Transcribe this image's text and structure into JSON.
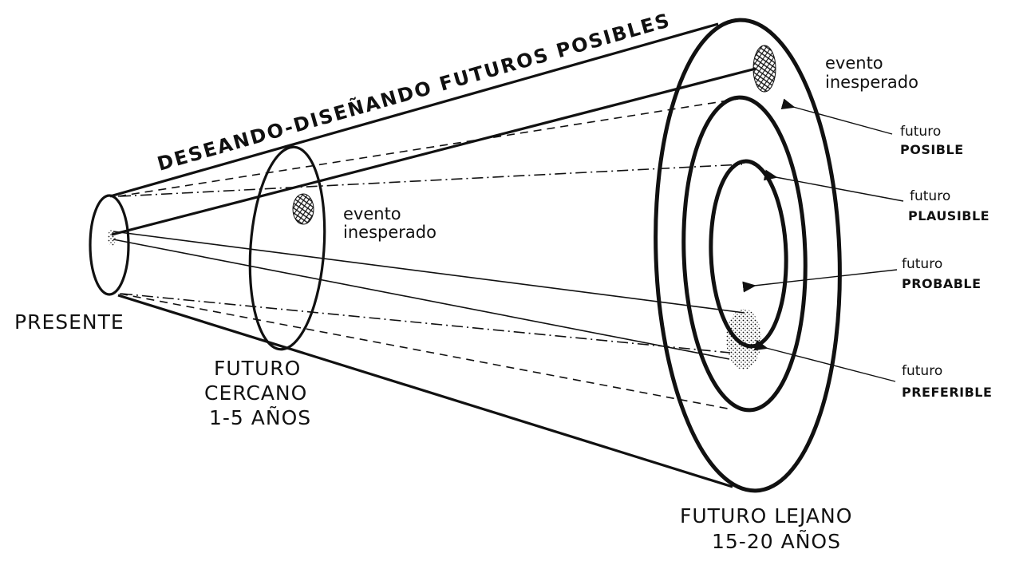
{
  "title": "DESEANDO-DISEÑANDO FUTUROS POSIBLES",
  "present": {
    "label": "PRESENTE"
  },
  "near_future": {
    "line1": "FUTURO",
    "line2": "CERCANO",
    "line3": "1-5 AÑOS",
    "event_line1": "evento",
    "event_line2": "inesperado"
  },
  "far_future": {
    "line1": "FUTURO LEJANO",
    "line2": "15-20 AÑOS",
    "event_line1": "evento",
    "event_line2": "inesperado"
  },
  "futures": [
    {
      "small": "futuro",
      "caps": "POSIBLE"
    },
    {
      "small": "futuro",
      "caps": "PLAUSIBLE"
    },
    {
      "small": "futuro",
      "caps": "PROBABLE"
    },
    {
      "small": "futuro",
      "caps": "PREFERIBLE"
    }
  ]
}
